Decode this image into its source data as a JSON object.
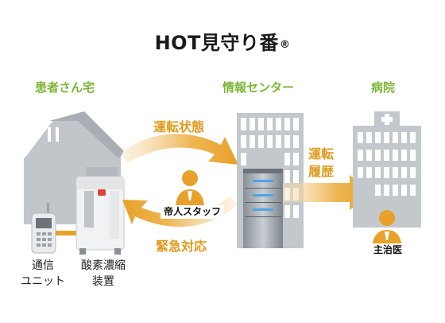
{
  "title": {
    "text": "HOT見守り番",
    "mark": "®"
  },
  "sections": {
    "patient_home": "患者さん宅",
    "info_center": "情報センター",
    "hospital": "病院"
  },
  "flows": {
    "operation_status": "運転状態",
    "emergency_response": "緊急対応",
    "operation_history_line1": "運転",
    "operation_history_line2": "履歴"
  },
  "people": {
    "teijin_staff": "帝人スタッフ",
    "attending_doctor": "主治医"
  },
  "devices": {
    "comm_unit_line1": "通信",
    "comm_unit_line2": "ユニット",
    "concentrator_line1": "酸素濃縮",
    "concentrator_line2": "装置"
  },
  "colors": {
    "accent_green": "#7bb536",
    "arrow_orange": "#e8a12a",
    "building_gray": "#bcc2c8"
  }
}
